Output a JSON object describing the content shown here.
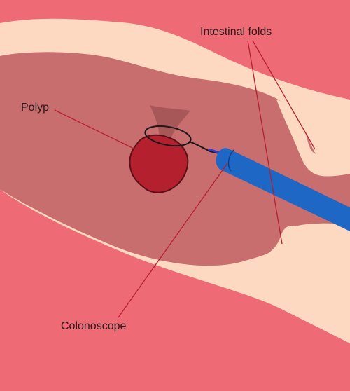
{
  "labels": {
    "intestinal_folds": "Intestinal folds",
    "polyp": "Polyp",
    "colonoscope": "Colonoscope"
  },
  "colors": {
    "tissue_outer": "#ee6a74",
    "mucosa_light": "#fcd9c0",
    "lumen": "#c86e6e",
    "polyp": "#b5202f",
    "snare_sheath": "#a85758",
    "scope": "#1f67c4",
    "leader_line": "#b5202f"
  }
}
